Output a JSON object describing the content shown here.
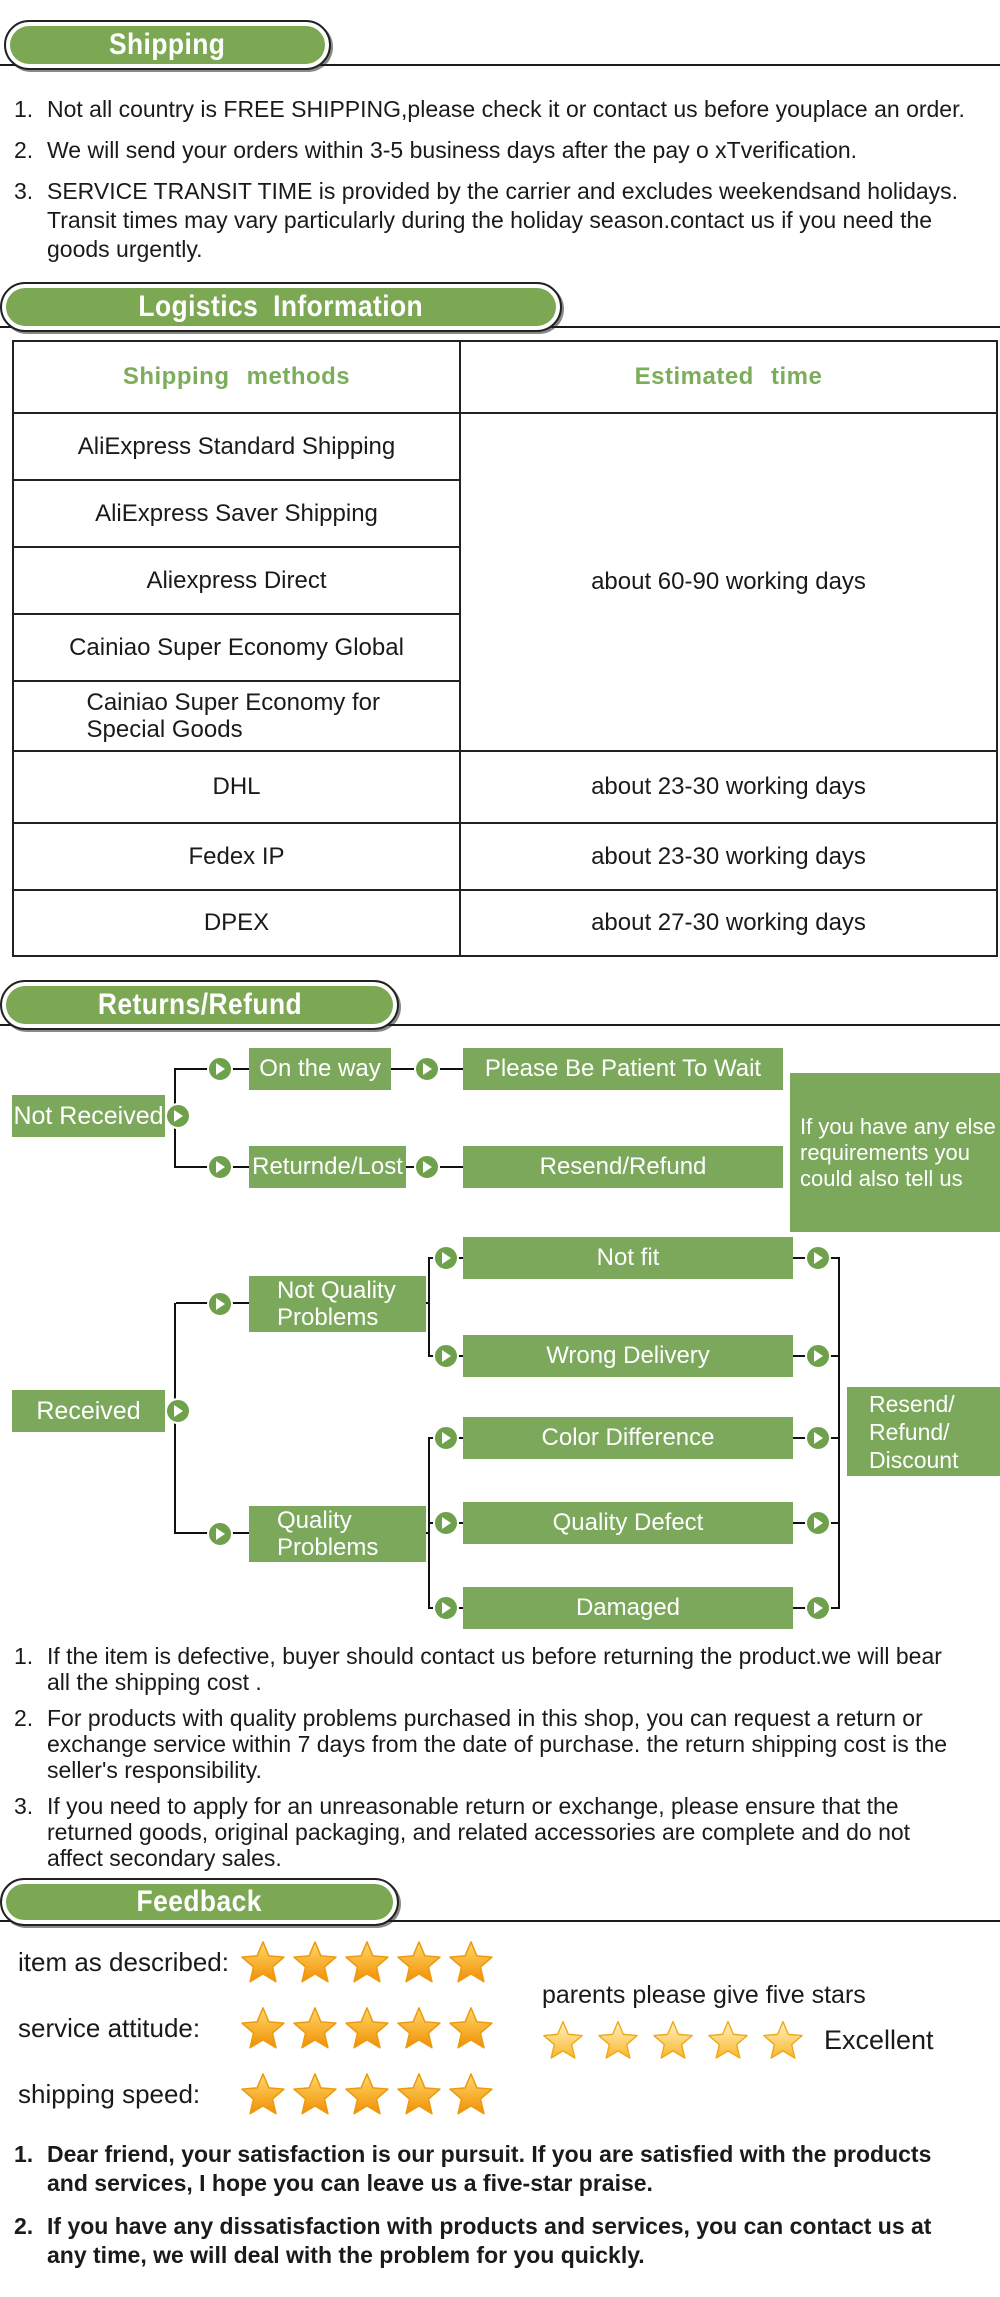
{
  "colors": {
    "pill_green": "#7CA854",
    "flow_box_green": "#7CA85C",
    "heading_green": "#7CAD5A",
    "arrow_node_green": "#6FA04C",
    "divider_black": "#1A1A1A",
    "star_orange": "#F18F05",
    "star_light_gold": "#F9BC3F"
  },
  "sections": {
    "shipping": {
      "title": "Shipping",
      "items": [
        "Not all country is FREE SHIPPING,please check it or contact us before youplace an order.",
        "We will send your orders within 3-5 business days after the pay o xTverification.",
        "SERVICE TRANSIT TIME is provided by the carrier and excludes weekendsand holidays. Transit times may vary particularly during the holiday season.contact us if you need the goods urgently."
      ]
    },
    "logistics": {
      "title": "Logistics Information",
      "table": {
        "headers": [
          "Shipping methods",
          "Estimated time"
        ],
        "group_rows": [
          "AliExpress Standard Shipping",
          "AliExpress Saver Shipping",
          "Aliexpress Direct",
          "Cainiao Super Economy Global",
          "Cainiao Super Economy for Special Goods"
        ],
        "group_time": "about 60-90 working days",
        "rows": [
          {
            "method": "DHL",
            "time": "about 23-30 working days"
          },
          {
            "method": "Fedex IP",
            "time": "about 23-30 working days"
          },
          {
            "method": "DPEX",
            "time": "about 27-30 working days"
          }
        ]
      }
    },
    "returns": {
      "title": "Returns/Refund",
      "flow": {
        "not_received": "Not Received",
        "on_the_way": "On the way",
        "please_wait": "Please Be Patient To Wait",
        "returned_lost": "Returnde/Lost",
        "resend_refund": "Resend/Refund",
        "else_note": "If you have any else requirements you could also tell us",
        "received": "Received",
        "not_quality": "Not Quality Problems",
        "not_fit": "Not fit",
        "wrong_delivery": "Wrong Delivery",
        "color_difference": "Color Difference",
        "quality_problems": "Quality Problems",
        "quality_defect": "Quality Defect",
        "damaged": "Damaged",
        "resend_refund_discount": "Resend/ Refund/ Discount"
      },
      "items": [
        "If the item is defective, buyer should contact us before returning the product.we will bear all the shipping cost .",
        "For products with quality problems purchased in this shop, you can request a return or exchange service within 7 days from the date of purchase. the return shipping cost is the seller's responsibility.",
        "If you need to apply for an unreasonable return or exchange, please ensure that the returned goods, original packaging, and related accessories are complete and do not affect secondary sales."
      ]
    },
    "feedback": {
      "title": "Feedback",
      "rating_labels": [
        "item as described:",
        "service attitude:",
        "shipping speed:"
      ],
      "stars_per_row": 5,
      "note": "parents please give five stars",
      "excellent_label": "Excellent",
      "items": [
        "Dear friend, your satisfaction is our pursuit. If you are satisfied with the products and services, I hope you can leave us a five-star praise.",
        "If you have any dissatisfaction with products and services, you can contact us at any time, we will deal with the problem for you quickly."
      ]
    }
  }
}
